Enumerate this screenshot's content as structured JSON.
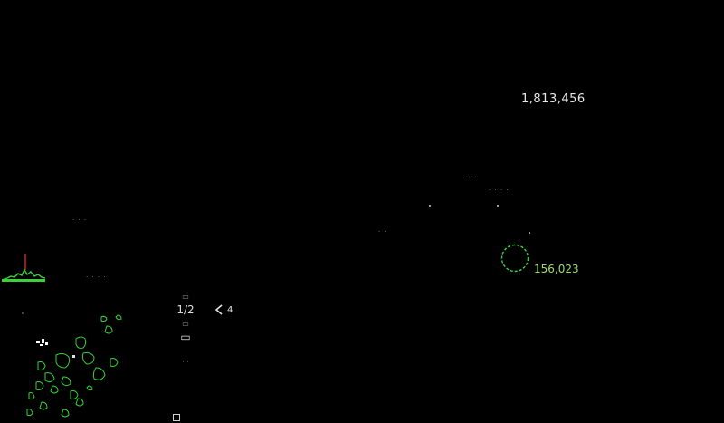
{
  "hud": {
    "score": "1,813,456",
    "credits": "156,023",
    "cursor_value": "4",
    "control_stack": {
      "line1": "",
      "line2": "1/2",
      "line3": "",
      "line4": ""
    }
  },
  "colors": {
    "accent_green": "#3bd13b",
    "credit_text": "#9ce06a",
    "map_outline": "#35d135",
    "background": "#000000"
  },
  "icons": {
    "cursor": "chevron-left-icon",
    "target": "target-ring-icon",
    "signal": "signal-wave-icon",
    "map": "minimap-icon"
  }
}
